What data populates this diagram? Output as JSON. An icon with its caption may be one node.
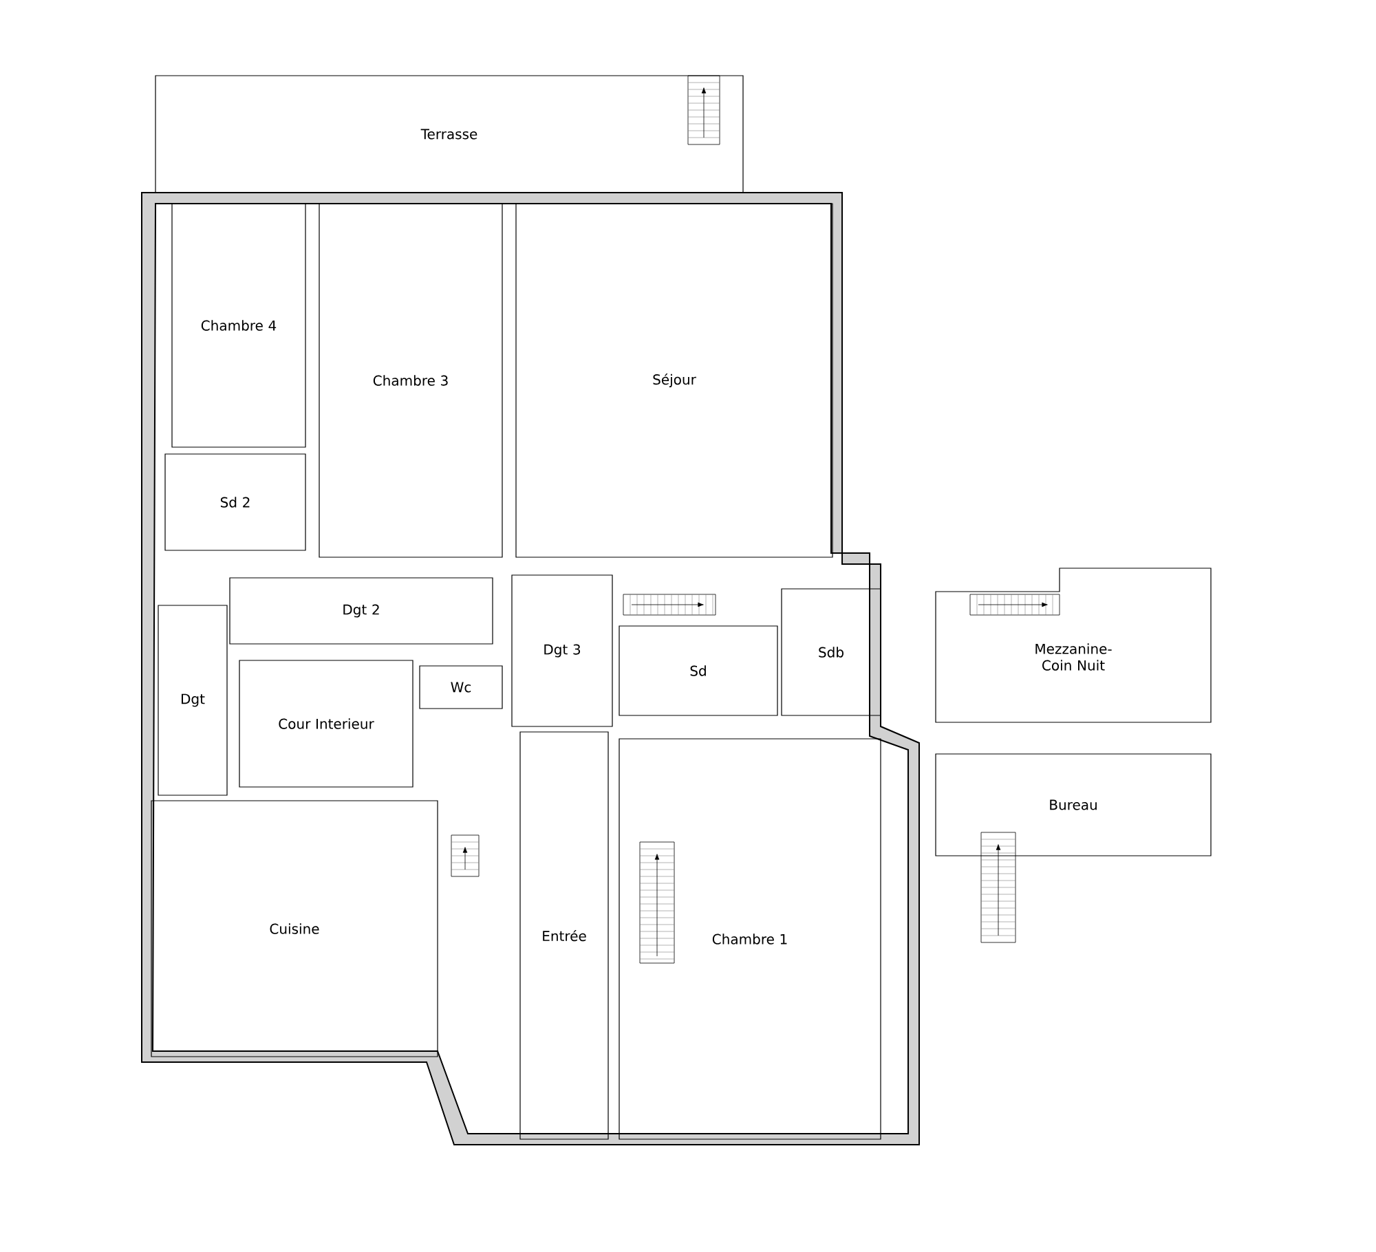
{
  "diagram": {
    "nodes": [
      {
        "text": [
          "Terrasse"
        ]
      },
      {
        "text": [
          "Chambre 4"
        ]
      },
      {
        "text": [
          "Chambre 3"
        ]
      },
      {
        "text": [
          "Séjour"
        ]
      },
      {
        "text": [
          "Sd 2"
        ]
      },
      {
        "text": [
          "Dgt 2"
        ]
      },
      {
        "text": [
          "Dgt 3"
        ]
      },
      {
        "text": [
          "Sdb"
        ]
      },
      {
        "text": [
          "Sd"
        ]
      },
      {
        "text": [
          "Wc"
        ]
      },
      {
        "text": [
          "Dgt"
        ]
      },
      {
        "text": [
          "Cour Interieur"
        ]
      },
      {
        "text": [
          "Mezzanine- Coin Nuit"
        ]
      },
      {
        "text": [
          "Bureau"
        ]
      },
      {
        "text": [
          "Cuisine"
        ]
      },
      {
        "text": [
          "Entrée"
        ]
      },
      {
        "text": [
          "Chambre 1"
        ]
      }
    ]
  }
}
